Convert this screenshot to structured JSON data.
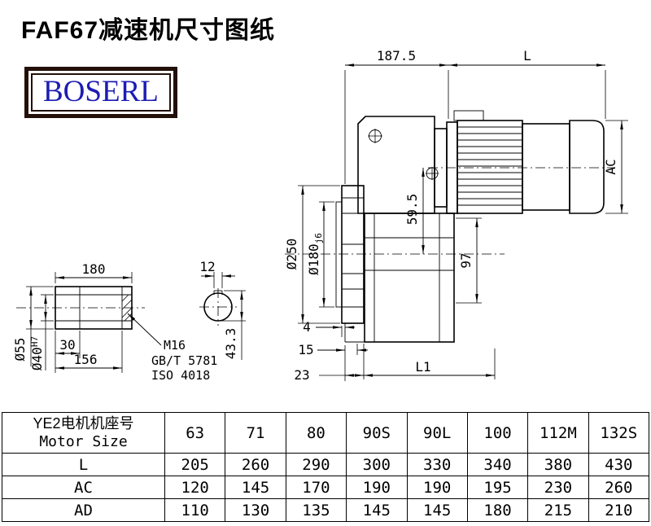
{
  "title": "FAF67减速机尺寸图纸",
  "logo": {
    "text": "BOSERL"
  },
  "drawing": {
    "dim_width_top": "187.5",
    "dim_motor_length": "L",
    "dim_motor_diameter": "AC",
    "dim_flange_od": "Ø250",
    "dim_spigot_base": "Ø180",
    "dim_spigot_fit": "j6",
    "dim_center_height": "59.5",
    "dim_lower_height": "97",
    "dim_step_4": "4",
    "dim_step_15": "15",
    "dim_step_23": "23",
    "dim_l1": "L1",
    "shaft": {
      "dim_total_length": "180",
      "dim_outer_dia": "Ø55",
      "dim_bore_base": "Ø40",
      "dim_bore_fit": "H7",
      "dim_step_30": "30",
      "dim_length_156": "156",
      "note_thread": "M16",
      "note_standard1": "GB/T 5781",
      "note_standard2": "ISO 4018",
      "dim_key_width": "12",
      "dim_key_depth": "43.3"
    }
  },
  "table": {
    "header_cn": "YE2电机机座号",
    "header_en": "Motor Size",
    "columns": [
      "63",
      "71",
      "80",
      "90S",
      "90L",
      "100",
      "112M",
      "132S"
    ],
    "rows": [
      {
        "label": "L",
        "values": [
          "205",
          "260",
          "290",
          "300",
          "330",
          "340",
          "380",
          "430"
        ]
      },
      {
        "label": "AC",
        "values": [
          "120",
          "145",
          "170",
          "190",
          "190",
          "195",
          "230",
          "260"
        ]
      },
      {
        "label": "AD",
        "values": [
          "110",
          "130",
          "135",
          "145",
          "145",
          "180",
          "215",
          "210"
        ]
      }
    ]
  }
}
